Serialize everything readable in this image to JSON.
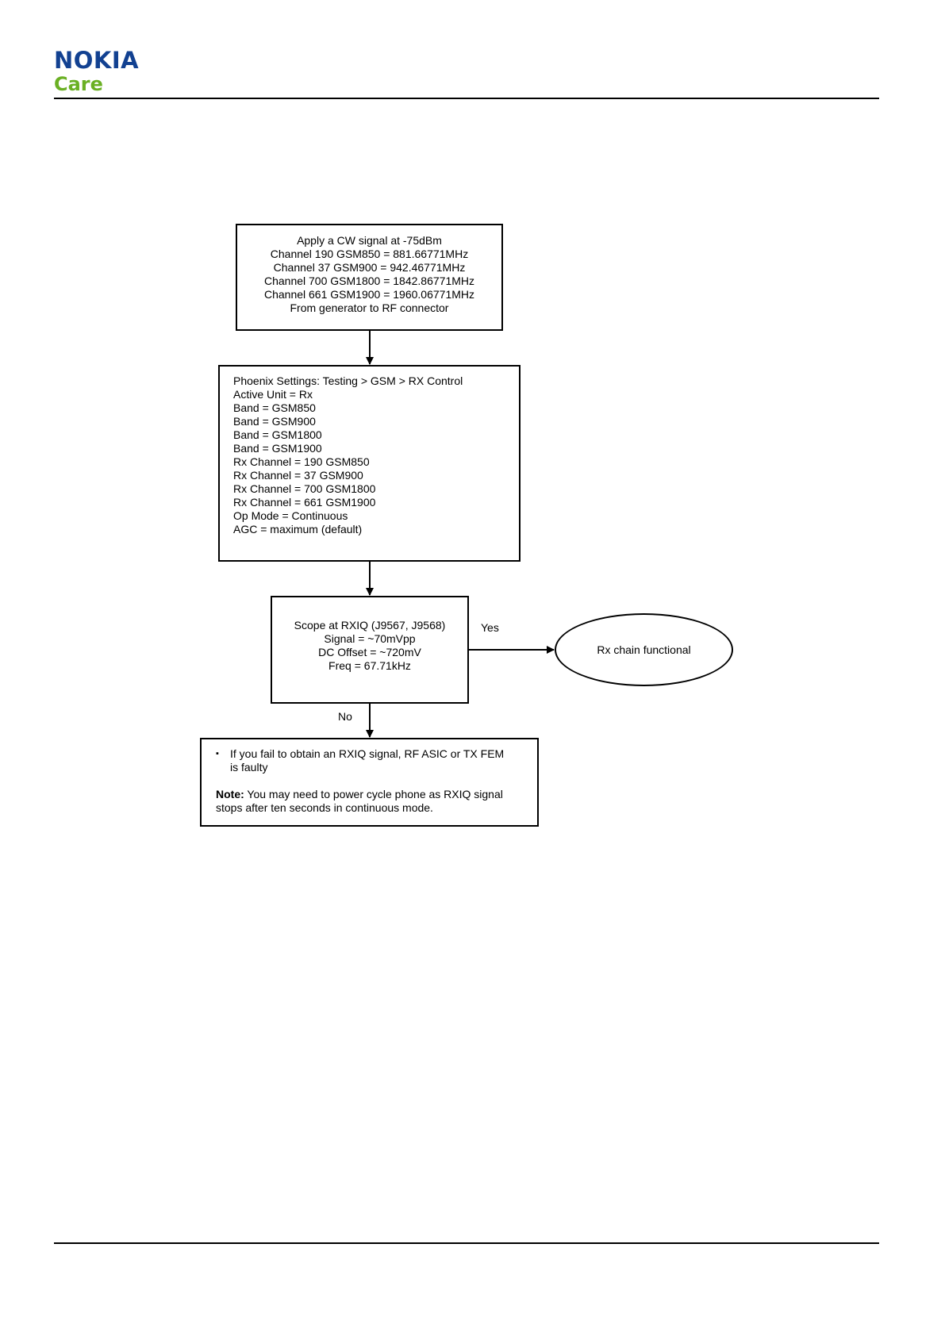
{
  "header": {
    "brand": "NOKIA",
    "subbrand": "Care"
  },
  "flowchart": {
    "start_box": {
      "lines": [
        "Apply a CW signal at -75dBm",
        "Channel 190 GSM850 = 881.66771MHz",
        "Channel 37 GSM900 = 942.46771MHz",
        "Channel 700 GSM1800 = 1842.86771MHz",
        "Channel 661 GSM1900 = 1960.06771MHz",
        "From generator to RF connector"
      ]
    },
    "settings_box": {
      "lines": [
        "Phoenix Settings: Testing > GSM > RX Control",
        "Active Unit = Rx",
        "Band = GSM850",
        "Band = GSM900",
        "Band = GSM1800",
        "Band = GSM1900",
        "Rx Channel = 190 GSM850",
        "Rx Channel = 37 GSM900",
        "Rx Channel = 700 GSM1800",
        "Rx Channel = 661 GSM1900",
        "Op Mode = Continuous",
        "AGC = maximum (default)"
      ]
    },
    "decision_box": {
      "lines": [
        "Scope at RXIQ (J9567, J9568)",
        "Signal = ~70mVpp",
        "DC Offset = ~720mV",
        "Freq = 67.71kHz"
      ]
    },
    "yes_label": "Yes",
    "no_label": "No",
    "result_ellipse": "Rx chain functional",
    "fault_box": {
      "bullet_symbol": "▪",
      "bullet_text_line1": "If you fail to obtain an RXIQ signal, RF ASIC or TX FEM",
      "bullet_text_line2": "is faulty",
      "note_label": "Note:",
      "note_text_line1": " You may need to power cycle phone as RXIQ signal",
      "note_text_line2": "stops after ten seconds in continuous mode."
    }
  },
  "colors": {
    "brand_blue": "#124191",
    "brand_green": "#6ab023",
    "line": "#000000"
  }
}
